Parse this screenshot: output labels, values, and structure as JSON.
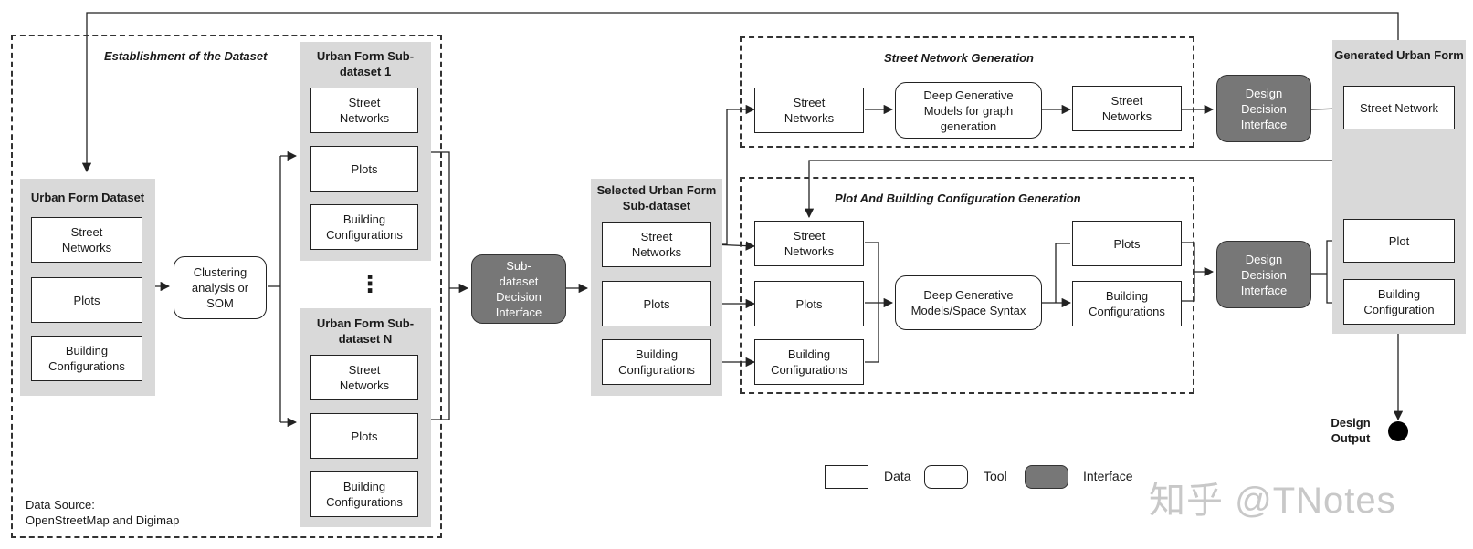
{
  "dataset": {
    "title": "Establishment of the Dataset",
    "source": "Data Source:\nOpenStreetMap and Digimap"
  },
  "urban_form_dataset": {
    "title": "Urban Form Dataset",
    "items": [
      "Street\nNetworks",
      "Plots",
      "Building\nConfigurations"
    ]
  },
  "clustering": "Clustering\nanalysis or\nSOM",
  "subdataset_1": {
    "title": "Urban Form\nSub-dataset 1",
    "items": [
      "Street\nNetworks",
      "Plots",
      "Building\nConfigurations"
    ]
  },
  "ellipsis": "⋮",
  "subdataset_n": {
    "title": "Urban Form\nSub-dataset N",
    "items": [
      "Street\nNetworks",
      "Plots",
      "Building\nConfigurations"
    ]
  },
  "subdataset_interface": "Sub-\ndataset\nDecision\nInterface",
  "selected": {
    "title": "Selected Urban\nForm Sub-dataset",
    "items": [
      "Street\nNetworks",
      "Plots",
      "Building\nConfigurations"
    ]
  },
  "street_gen": {
    "title": "Street Network Generation",
    "input": "Street\nNetworks",
    "model": "Deep Generative\nModels for graph\ngeneration",
    "output": "Street\nNetworks",
    "interface": "Design\nDecision\nInterface"
  },
  "plot_gen": {
    "title": "Plot And Building Configuration Generation",
    "inputs": [
      "Street\nNetworks",
      "Plots",
      "Building\nConfigurations"
    ],
    "model": "Deep Generative\nModels/Space Syntax",
    "outputs": [
      "Plots",
      "Building\nConfigurations"
    ],
    "interface": "Design\nDecision\nInterface"
  },
  "generated": {
    "title": "Generated\nUrban Form",
    "items": [
      "Street Network",
      "Plot",
      "Building\nConfiguration"
    ]
  },
  "design_output": "Design\nOutput",
  "legend": {
    "data": "Data",
    "tool": "Tool",
    "interface": "Interface"
  },
  "watermark": "知乎 @TNotes",
  "colors": {
    "panel": "#d9d9d9",
    "interface": "#777777",
    "stroke": "#222222"
  }
}
